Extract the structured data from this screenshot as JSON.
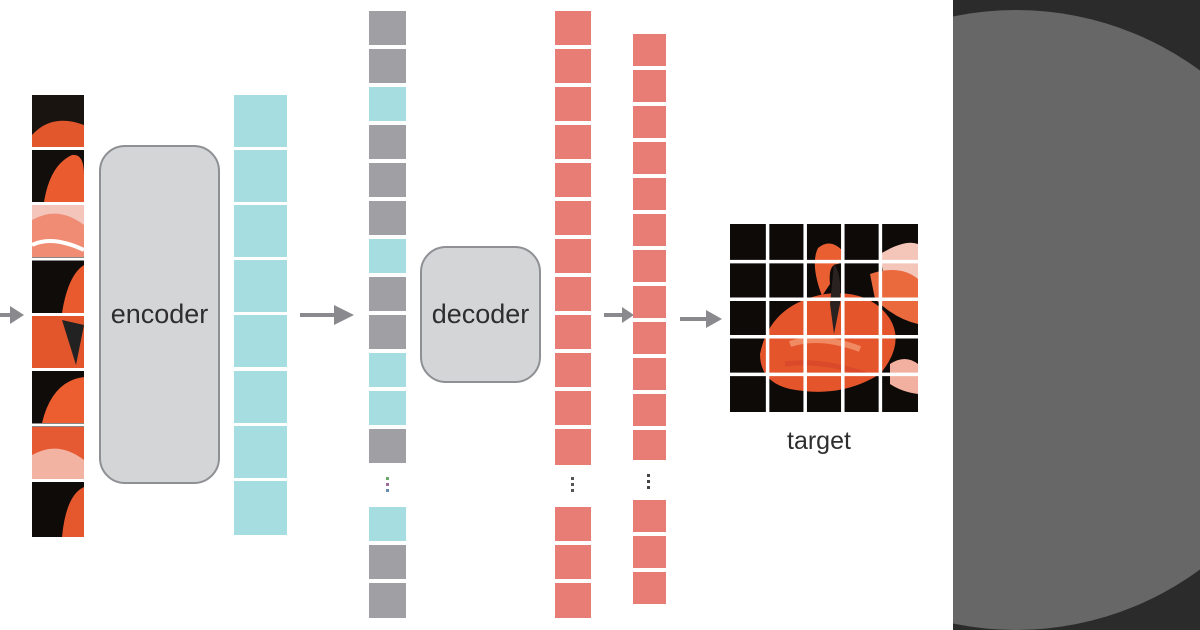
{
  "encoder_label": "encoder",
  "decoder_label": "decoder",
  "target_label": "target",
  "colors": {
    "cyan_token": "#a6dde0",
    "gray_token": "#a0a0a4",
    "red_token": "#e87d75",
    "arrow": "#8a8a8e",
    "box_fill": "#d4d5d7",
    "right_bg": "#2b2b2b",
    "right_circle": "#676767"
  },
  "decoder_input_pattern": [
    "gray",
    "gray",
    "cyan",
    "gray",
    "gray",
    "gray",
    "cyan",
    "gray",
    "gray",
    "cyan",
    "cyan",
    "gray",
    "gap",
    "cyan",
    "gray",
    "gray"
  ],
  "image_patches_count": 8,
  "target_grid": "5x5"
}
